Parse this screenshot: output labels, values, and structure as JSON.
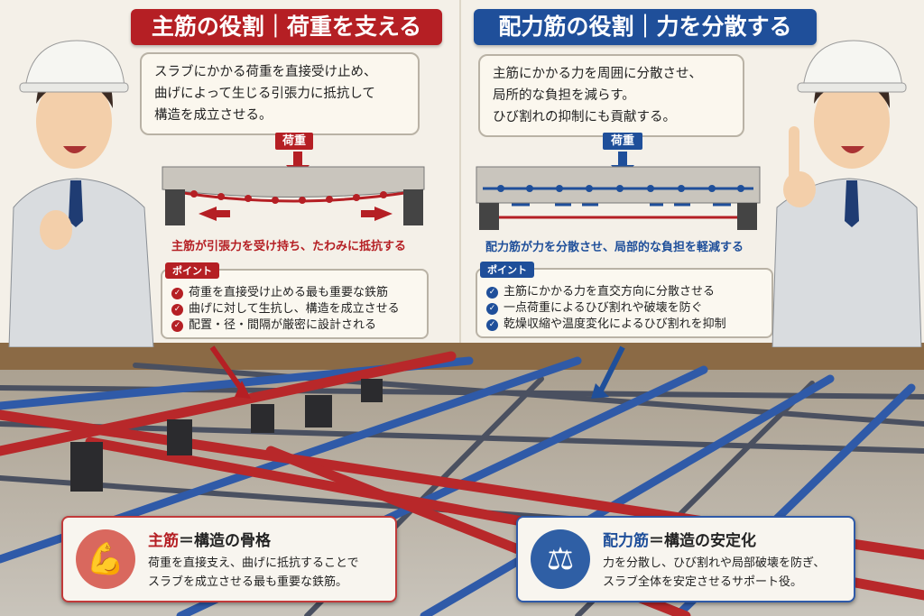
{
  "main_rebar": {
    "title": "主筋の役割｜荷重を支える",
    "bubble": [
      "スラブにかかる荷重を直接受け止め、",
      "曲げによって生じる引張力に抵抗して",
      "構造を成立させる。"
    ],
    "load_label": "荷重",
    "caption": "主筋が引張力を受け持ち、たわみに抵抗する",
    "point_tag": "ポイント",
    "points": [
      "荷重を直接受け止める最も重要な鉄筋",
      "曲げに対して生抗し、構造を成立させる",
      "配置・径・間隔が厳密に設計される"
    ],
    "card_title_a": "主筋",
    "card_title_b": "＝構造の骨格",
    "card_text": [
      "荷重を直接支え、曲げに抵抗することで",
      "スラブを成立させる最も重要な鉄筋。"
    ],
    "color": "#b51f24"
  },
  "distribution_rebar": {
    "title": "配力筋の役割｜力を分散する",
    "bubble": [
      "主筋にかかる力を周囲に分散させ、",
      "局所的な負担を減らす。",
      "ひび割れの抑制にも貢献する。"
    ],
    "load_label": "荷重",
    "caption": "配力筋が力を分散させ、局部的な負担を軽減する",
    "point_tag": "ポイント",
    "points": [
      "主筋にかかる力を直交方向に分散させる",
      "一点荷重によるひび割れや破壊を防ぐ",
      "乾燥収縮や温度変化によるひび割れを抑制"
    ],
    "card_title_a": "配力筋",
    "card_title_b": "＝構造の安定化",
    "card_text": [
      "力を分散し、ひび割れや局部破壊を防ぎ、",
      "スラブ全体を安定させるサポート役。"
    ],
    "color": "#1f4f9a"
  }
}
